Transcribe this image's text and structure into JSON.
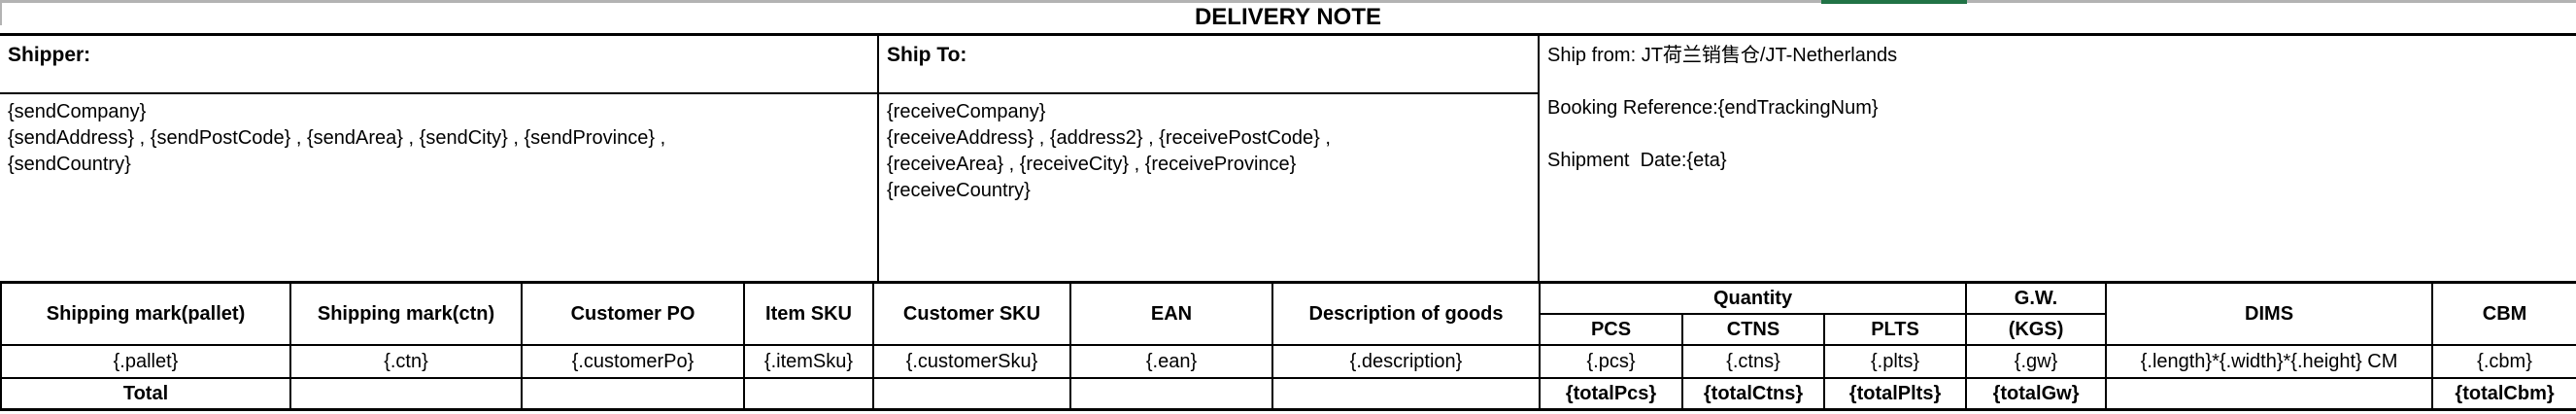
{
  "colors": {
    "top_bar": "#b3b3b3",
    "top_bar_accent_green": "#217346",
    "border": "#000000",
    "background": "#ffffff"
  },
  "title": "DELIVERY NOTE",
  "shipper": {
    "label": "Shipper:",
    "address_lines": [
      "{sendCompany}",
      "{sendAddress} , {sendPostCode} , {sendArea} , {sendCity} , {sendProvince} ,",
      "{sendCountry}"
    ]
  },
  "ship_to": {
    "label": "Ship To:",
    "address_lines": [
      "{receiveCompany}",
      "{receiveAddress} , {address2} , {receivePostCode} ,",
      "{receiveArea} , {receiveCity} , {receiveProvince}",
      "{receiveCountry}"
    ]
  },
  "ship_from": {
    "lines": [
      "Ship from: JT荷兰销售仓/JT-Netherlands",
      "Booking Reference:{endTrackingNum}",
      "Shipment  Date:{eta}"
    ]
  },
  "table": {
    "headers": {
      "shipping_mark_pallet": "Shipping mark(pallet)",
      "shipping_mark_ctn": "Shipping mark(ctn)",
      "customer_po": "Customer PO",
      "item_sku": "Item SKU",
      "customer_sku": "Customer SKU",
      "ean": "EAN",
      "description": "Description of goods",
      "quantity_group": "Quantity",
      "pcs": "PCS",
      "ctns": "CTNS",
      "plts": "PLTS",
      "gw_line1": "G.W.",
      "gw_line2": "(KGS)",
      "dims": "DIMS",
      "cbm": "CBM"
    },
    "data_row": [
      "{.pallet}",
      "{.ctn}",
      "{.customerPo}",
      "{.itemSku}",
      "{.customerSku}",
      "{.ean}",
      "{.description}",
      "{.pcs}",
      "{.ctns}",
      "{.plts}",
      "{.gw}",
      "{.length}*{.width}*{.height} CM",
      "{.cbm}"
    ],
    "total_row": [
      "Total",
      "",
      "",
      "",
      "",
      "",
      "",
      "{totalPcs}",
      "{totalCtns}",
      "{totalPlts}",
      "{totalGw}",
      "",
      "{totalCbm}"
    ]
  }
}
